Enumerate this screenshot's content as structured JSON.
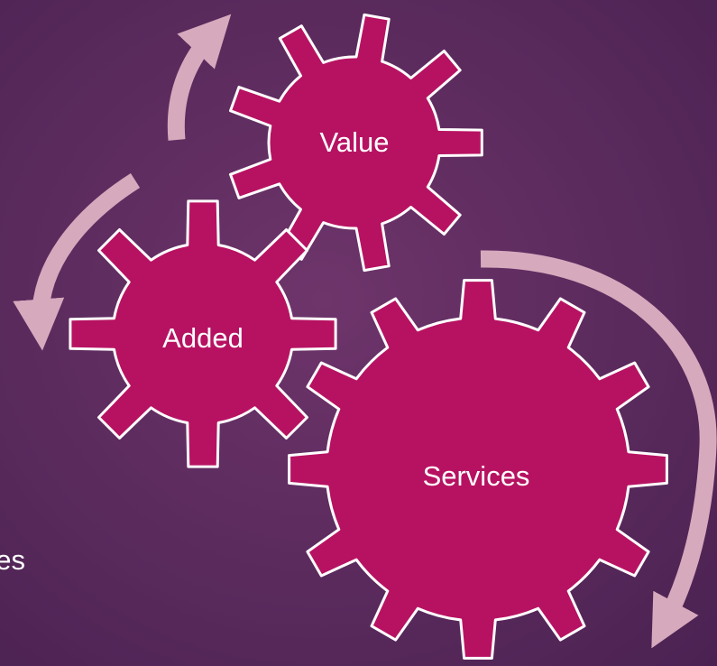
{
  "colors": {
    "background": "#5e2c5f",
    "gear_fill": "#b71262",
    "gear_outline": "#ffffff",
    "arrow": "#d7a9bd",
    "text": "#ffffff"
  },
  "gears": [
    {
      "id": "value",
      "label": "Value"
    },
    {
      "id": "added",
      "label": "Added"
    },
    {
      "id": "services",
      "label": "Services"
    }
  ],
  "arrows": [
    {
      "id": "top-left-up",
      "direction": "up"
    },
    {
      "id": "left-down",
      "direction": "down"
    },
    {
      "id": "right-down",
      "direction": "down"
    }
  ],
  "partial_text": {
    "visible_fragment": "es"
  }
}
